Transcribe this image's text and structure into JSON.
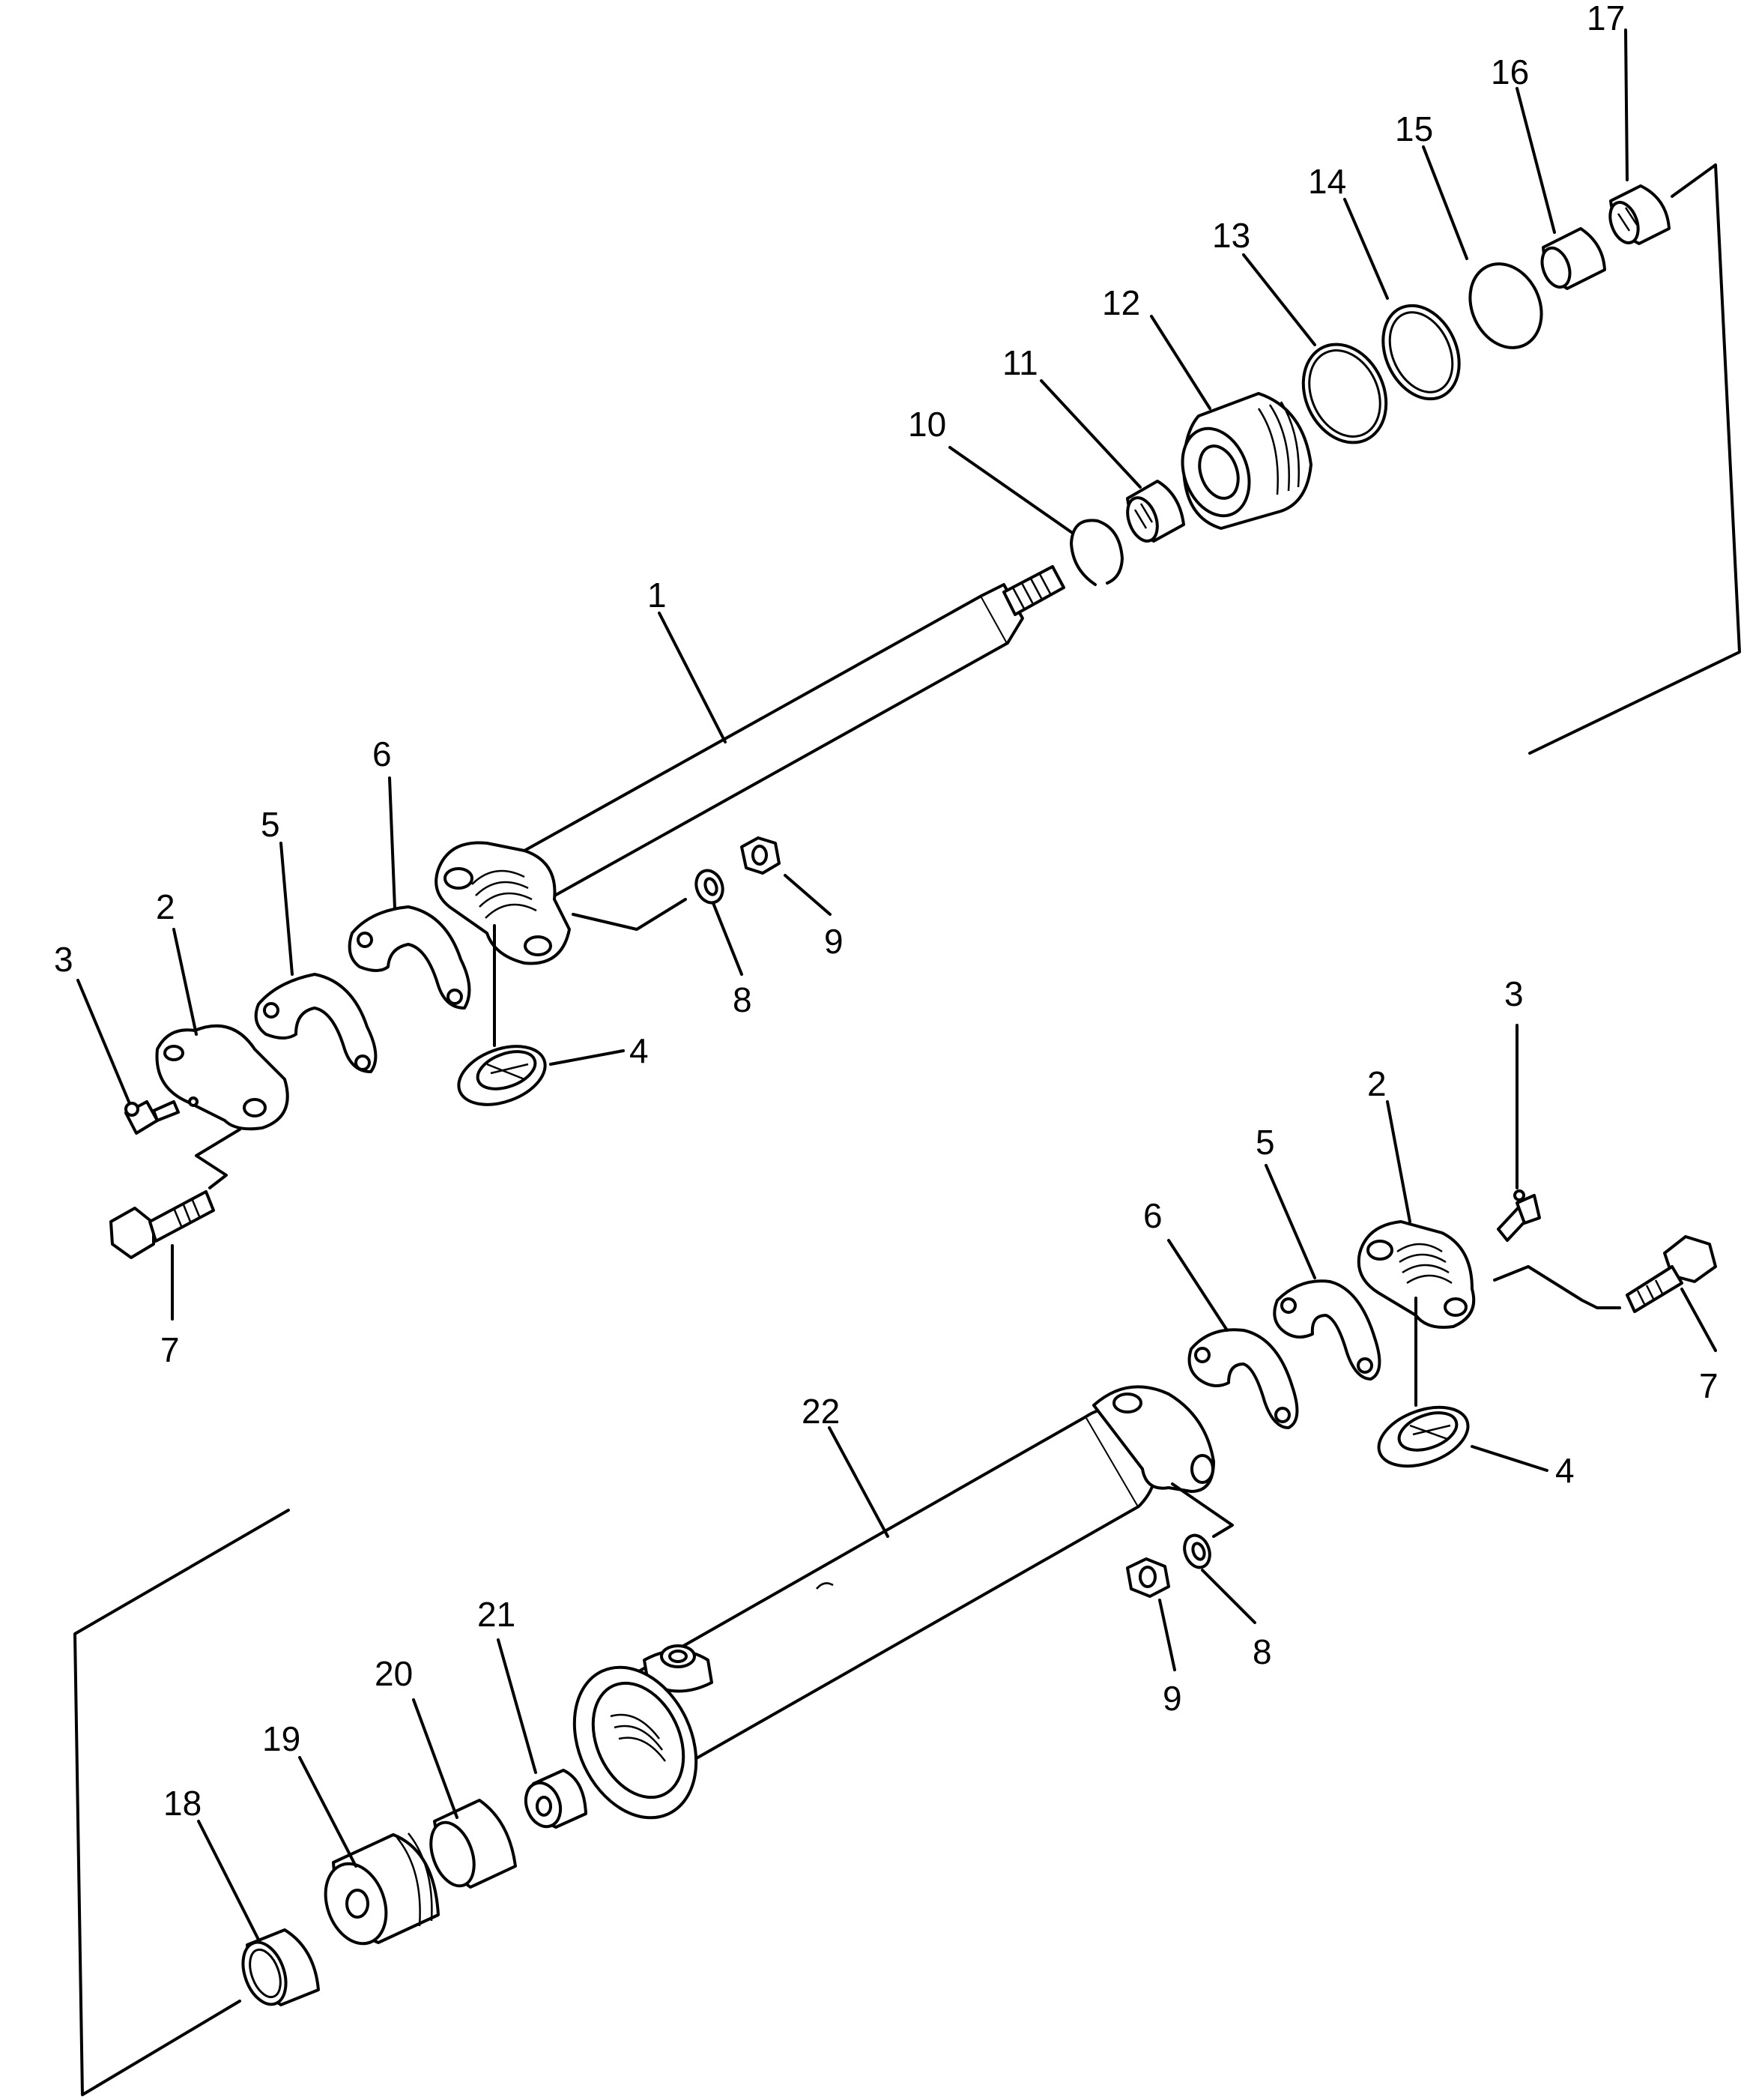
{
  "diagram": {
    "labels": {
      "rod": "1",
      "rod_cap": "2",
      "rod_fitting": "3",
      "rod_seal": "4",
      "rod_shim_5": "5",
      "rod_shim_6": "6",
      "rod_bolt": "7",
      "rod_washer": "8",
      "rod_nut": "9",
      "snap_ring": "10",
      "bushing": "11",
      "head": "12",
      "ring_13": "13",
      "ring_14": "14",
      "ring_15": "15",
      "bushing_16": "16",
      "seal_17": "17",
      "piston_ring_18": "18",
      "piston": "19",
      "wear_ring": "20",
      "nut_21": "21",
      "cylinder": "22",
      "cyl_cap": "2",
      "cyl_fitting": "3",
      "cyl_seal": "4",
      "cyl_shim_5": "5",
      "cyl_shim_6": "6",
      "cyl_bolt": "7",
      "cyl_washer": "8",
      "cyl_nut": "9"
    }
  }
}
